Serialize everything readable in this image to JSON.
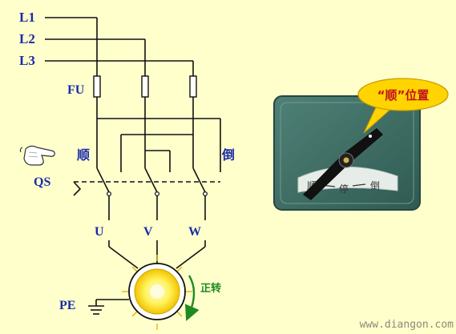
{
  "lines": {
    "l1": "L1",
    "l2": "L2",
    "l3": "L3"
  },
  "fuse_label": "FU",
  "switch_label": "QS",
  "forward_label": "顺",
  "reverse_label": "倒",
  "terminals": {
    "u": "U",
    "v": "V",
    "w": "W"
  },
  "earth_label": "PE",
  "rotation_label": "正转",
  "callout_text": "“顺”位置",
  "switch_panel": {
    "left": "顺",
    "stop": "停",
    "right": "倒"
  },
  "watermark": "www.diangon.com",
  "colors": {
    "background": "#ffffcc",
    "label": "#1a2ca8",
    "callout": "#ffd400",
    "rotation": "#1f8a1f",
    "panel": "#3d6b63"
  }
}
